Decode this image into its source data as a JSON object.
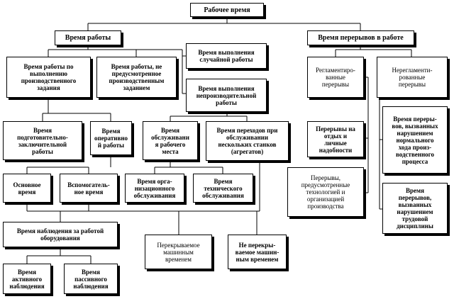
{
  "nodes": {
    "root": "Рабочее время",
    "work_time": "Время работы",
    "breaks_time": "Время перерывов в работе",
    "production_task": "Время работы по\nвыполнению\nпроизводственного\nзадания",
    "unplanned_work": "Время работы, не\nпредусмотренное\nпроизводственным\nзаданием",
    "random_work": "Время выполнения\nслучайной работы",
    "unproductive_work": "Время выполнения\nнепроизводительной\nработы",
    "prep_final": "Время\nподготовительно-\nзаключительной\nработы",
    "operative": "Время\nоперативно\nй работы",
    "workplace_service": "Время\nобслуживани\nя рабочего\nместа",
    "transitions": "Время переходов при\nобслуживании\nнескольких станков\n(агрегатов)",
    "regulated": "Регламентиро-\nванные\nперерывы",
    "unregulated": "Нерегламенти-\nрованные\nперерывы",
    "rest_breaks": "Перерывы на\nотдых и\nличные\nнадобности",
    "process_breaks": "Время переры-\nвов, вызванных\nнарушением\nнормального\nхода произ-\nводственного\nпроцесса",
    "tech_breaks": "Перерывы,\nпредусмотренные\nтехнологией и\nорганизацией\nпроизводства",
    "discipline_breaks": "Время\nперерывов,\nвызванных\nнарушением\nтрудовой\nдисциплины",
    "main_time": "Основное\nвремя",
    "auxiliary_time": "Вспомогатель-\nное время",
    "org_service": "Время орга-\nнизационного\nобслуживания",
    "tech_service": "Время\nтехнического\nобслуживания",
    "observation": "Время наблюдения за работой\nоборудования",
    "overlapped": "Перекрываемое\nмашинным\nвременем",
    "not_overlapped": "Не перекры-\nваемое машин-\nным временем",
    "active_observation": "Время\nактивного\nнаблюдения",
    "passive_observation": "Время\nпассивного\nнаблюдения"
  }
}
